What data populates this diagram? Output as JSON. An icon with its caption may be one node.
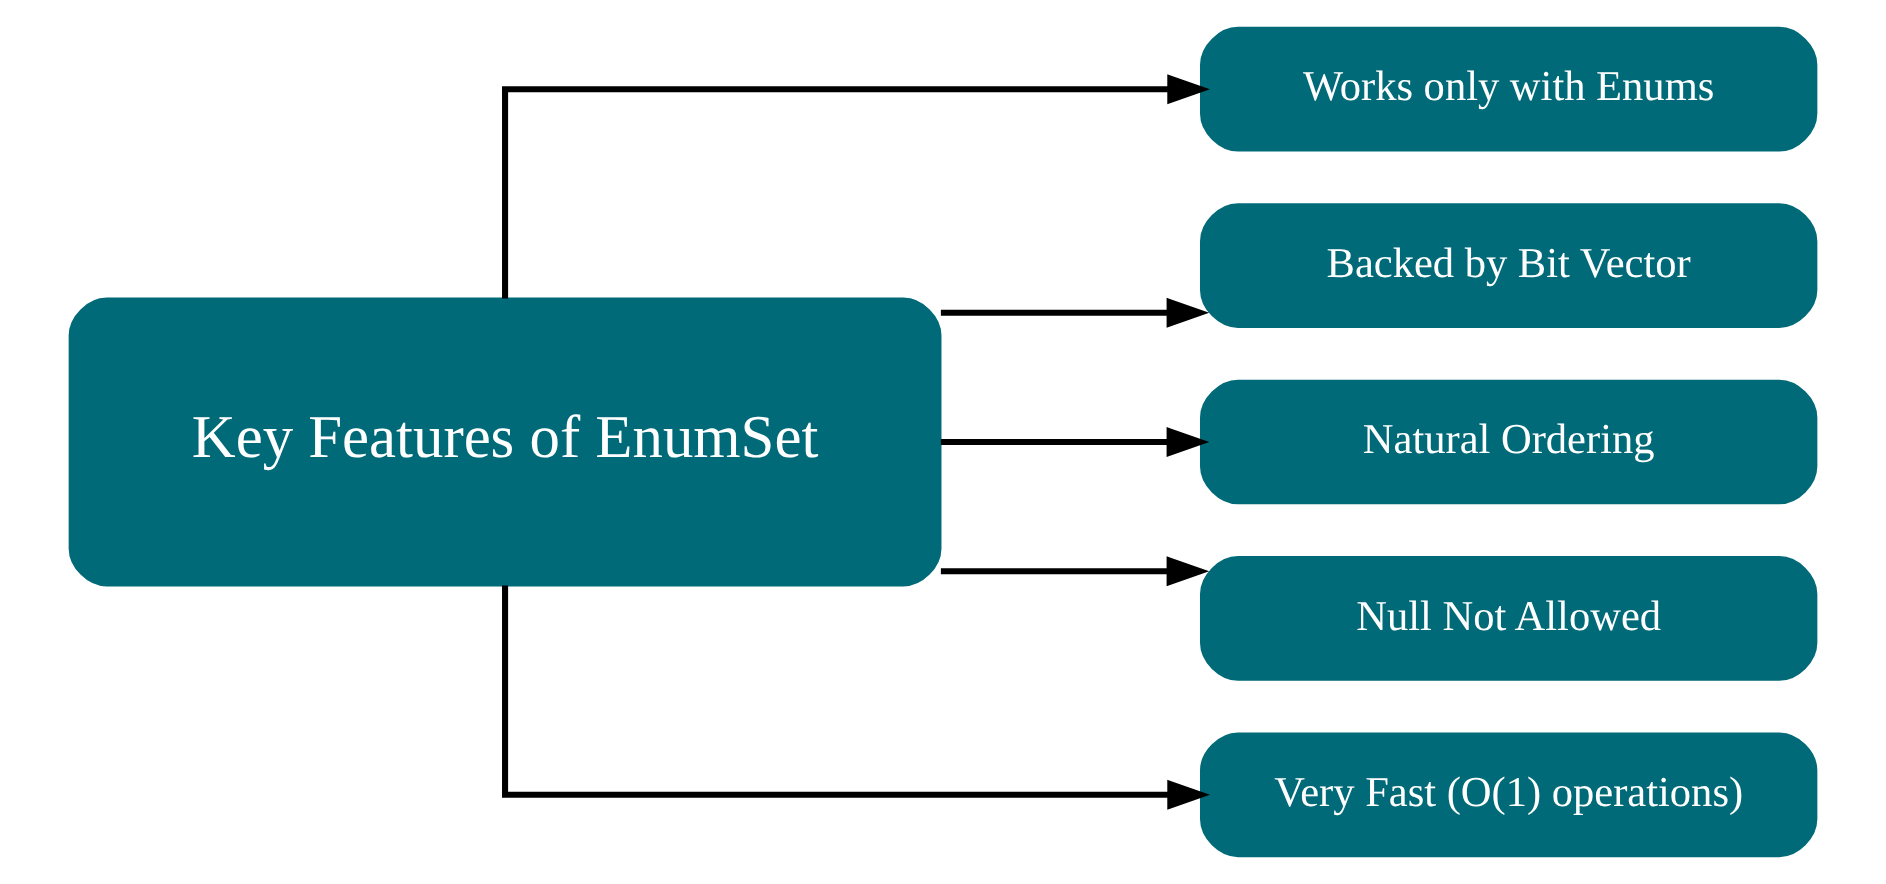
{
  "diagram": {
    "nodes": [
      {
        "text": [
          "Key Features of EnumSet"
        ]
      },
      {
        "text": [
          "Works only with Enums"
        ]
      },
      {
        "text": [
          "Backed by Bit Vector"
        ]
      },
      {
        "text": [
          "Natural Ordering"
        ]
      },
      {
        "text": [
          "Null Not Allowed"
        ]
      },
      {
        "text": [
          "Very Fast (O(1) operations)"
        ]
      }
    ],
    "edges": [
      {
        "from": 0,
        "to": 1,
        "arrow": "to"
      },
      {
        "from": 0,
        "to": 2,
        "arrow": "to"
      },
      {
        "from": 0,
        "to": 3,
        "arrow": "to"
      },
      {
        "from": 0,
        "to": 4,
        "arrow": "to"
      },
      {
        "from": 0,
        "to": 5,
        "arrow": "to"
      }
    ]
  }
}
